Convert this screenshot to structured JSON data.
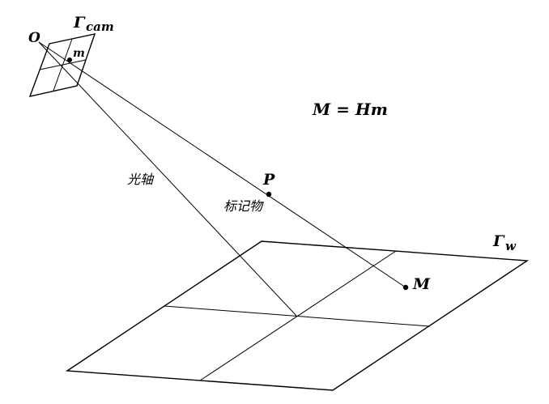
{
  "labels": {
    "origin": "O",
    "camera_plane": "Γ",
    "camera_plane_sub": "cam",
    "image_point": "m",
    "equation": "M = Hm",
    "marker_point": "P",
    "optical_axis": "光轴",
    "marker": "标记物",
    "world_point": "M",
    "world_plane": "Γ",
    "world_plane_sub": "w"
  }
}
